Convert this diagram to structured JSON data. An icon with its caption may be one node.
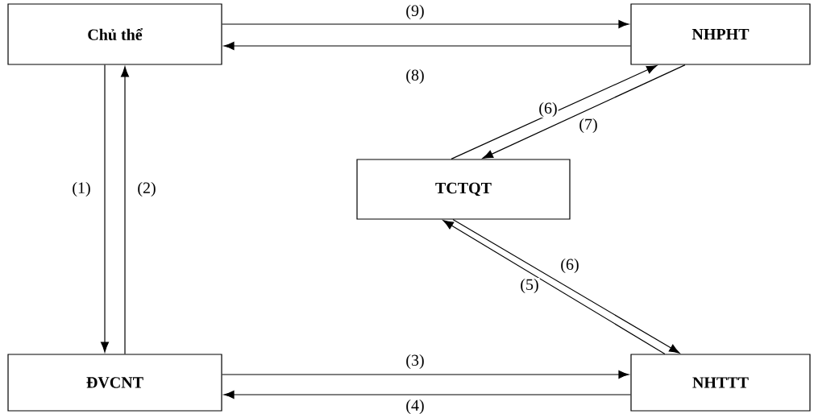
{
  "diagram": {
    "nodes": [
      {
        "text": [
          "Chủ thể"
        ]
      },
      {
        "text": [
          "NHPHT"
        ]
      },
      {
        "text": [
          "TCTQT"
        ]
      },
      {
        "text": [
          "ĐVCNT"
        ]
      },
      {
        "text": [
          "NHTTT"
        ]
      }
    ],
    "edges": [
      {
        "from": 0,
        "to": 1,
        "arrow": "to",
        "label": "(9)"
      },
      {
        "from": 1,
        "to": 0,
        "arrow": "to",
        "label": "(8)"
      },
      {
        "from": 2,
        "to": 1,
        "arrow": "to",
        "label": "(6)"
      },
      {
        "from": 1,
        "to": 2,
        "arrow": "to",
        "label": "(7)"
      },
      {
        "from": 0,
        "to": 3,
        "arrow": "to",
        "label": "(1)"
      },
      {
        "from": 3,
        "to": 0,
        "arrow": "to",
        "label": "(2)"
      },
      {
        "from": 2,
        "to": 4,
        "arrow": "to",
        "label": "(6)"
      },
      {
        "from": 4,
        "to": 2,
        "arrow": "to",
        "label": "(5)"
      },
      {
        "from": 3,
        "to": 4,
        "arrow": "to",
        "label": "(3)"
      },
      {
        "from": 4,
        "to": 3,
        "arrow": "to",
        "label": "(4)"
      }
    ]
  }
}
